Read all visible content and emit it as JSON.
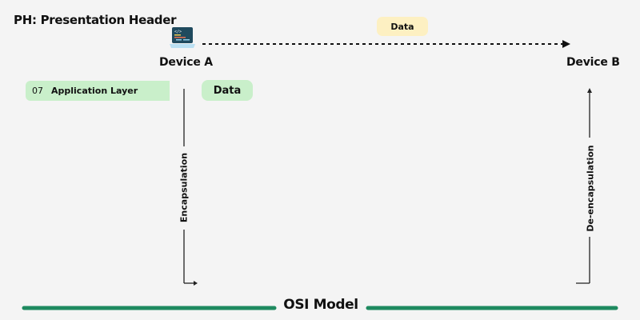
{
  "diagram": {
    "title": "PH: Presentation Header",
    "devices": {
      "a": {
        "label": "Device A",
        "icon": "laptop-code-icon"
      },
      "b": {
        "label": "Device B"
      }
    },
    "transmission": {
      "label": "Data",
      "style": "dashed",
      "direction": "Device A to Device B"
    },
    "layer": {
      "number": "07",
      "name": "Application Layer",
      "data_label": "Data"
    },
    "processes": {
      "sender": "Encapsulation",
      "receiver": "De-encapsulation"
    },
    "footer": {
      "label": "OSI Model"
    },
    "colors": {
      "background": "#f4f4f4",
      "layer_green": "#c9efca",
      "data_yellow": "#fdf0c2",
      "footer_line": "#1e8a5f",
      "laptop_screen": "#1f4a5e",
      "laptop_base": "#b9dff2"
    }
  }
}
